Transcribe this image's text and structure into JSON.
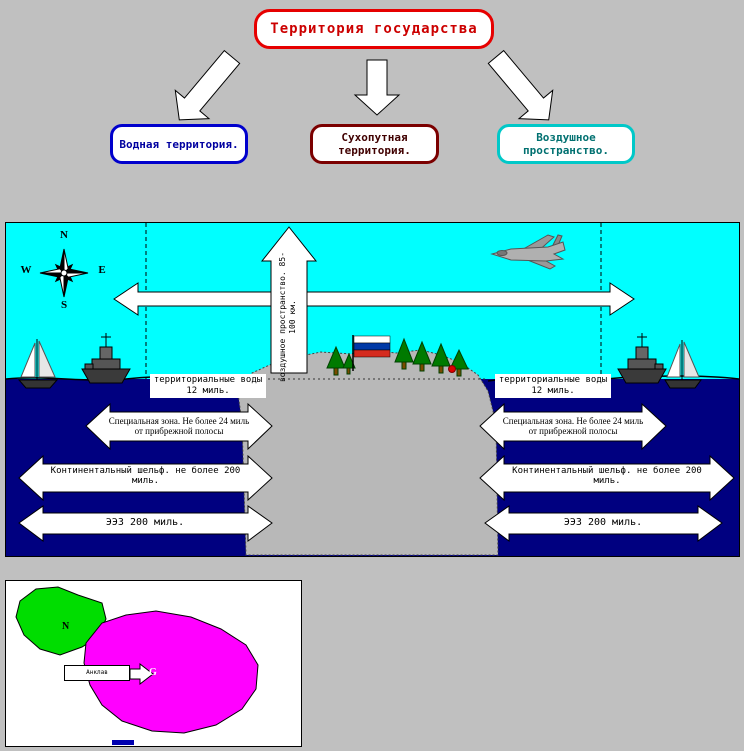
{
  "title": {
    "text": "Территория государства",
    "color": "#cc0000",
    "border_color": "#e60000"
  },
  "branches": [
    {
      "label": "Водная территория.",
      "border_color": "#0000cc"
    },
    {
      "label": "Сухопутная территория.",
      "border_color": "#7b0000"
    },
    {
      "label": "Воздушное пространство.",
      "border_color": "#00c8c8"
    }
  ],
  "diagram": {
    "compass": {
      "north": "N",
      "south": "S",
      "east": "E",
      "west": "W"
    },
    "airspace_arrow_label": "воздушное пространство. 85-100 км.",
    "left": {
      "territorial_waters": "территориальные воды 12 миль.",
      "special_zone": "Специальная зона. Не более 24 миль от прибрежной полосы",
      "continental_shelf": "Континентальный шельф. не более 200 миль.",
      "eez": "ЭЭЗ 200 миль."
    },
    "right": {
      "territorial_waters": "территориальные воды 12 миль.",
      "special_zone": "Специальная зона. Не более 24 миль от прибрежной полосы",
      "continental_shelf": "Континентальный шельф. не более 200 миль.",
      "eez": "ЭЭЗ 200 миль."
    },
    "colors": {
      "sky": "#00ffff",
      "sea": "#000080",
      "island": "#b8b8b8"
    }
  },
  "map_inset": {
    "green_region_label": "N",
    "magenta_region_label": "G",
    "callout_label": "Анклав"
  }
}
